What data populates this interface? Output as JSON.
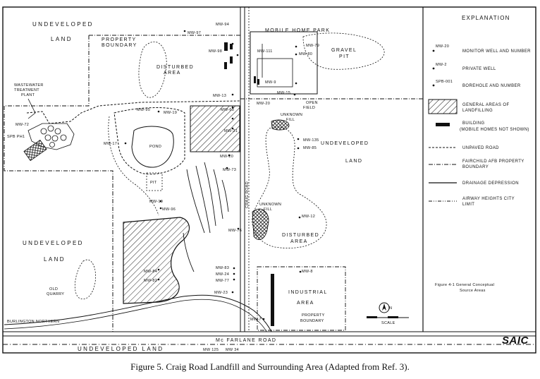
{
  "map": {
    "labels": {
      "undeveloped_land_nw_1": "UNDEVELOPED",
      "undeveloped_land_nw_2": "LAND",
      "property_boundary_top_1": "PROPERTY",
      "property_boundary_top_2": "BOUNDARY",
      "disturbed_area_top_1": "DISTURBED",
      "disturbed_area_top_2": "AREA",
      "mobile_home_park": "MOBILE HOME PARK",
      "gravel_pit_1": "GRAVEL",
      "gravel_pit_2": "PIT",
      "open_field_1": "OPEN",
      "open_field_2": "FIELD",
      "wastewater_1": "WASTEWATER",
      "wastewater_2": "TREATMENT",
      "wastewater_3": "PLANT",
      "spb_ph1": "SPB PH1",
      "pond": "POND",
      "pit": "PIT",
      "unknown_fill_top_1": "UNKNOWN",
      "unknown_fill_top_2": "FILL",
      "unknown_fill_mid_1": "UNKNOWN",
      "unknown_fill_mid_2": "FILL",
      "undeveloped_land_e_1": "UNDEVELOPED",
      "undeveloped_land_e_2": "LAND",
      "craig_road": "CRAIG ROAD",
      "disturbed_area_mid_1": "DISTURBED",
      "disturbed_area_mid_2": "AREA",
      "undeveloped_land_w_1": "UNDEVELOPED",
      "undeveloped_land_w_2": "LAND",
      "old_quarry_1": "OLD",
      "old_quarry_2": "QUARRY",
      "industrial_area_1": "INDUSTRIAL",
      "industrial_area_2": "AREA",
      "property_boundary_bottom_1": "PROPERTY",
      "property_boundary_bottom_2": "BOUNDARY",
      "burlington_northern": "BURLINGTON NORTHERN",
      "mcfarlane_road": "Mc FARLANE ROAD",
      "undeveloped_land_s": "UNDEVELOPED LAND"
    },
    "wells": {
      "mw_94": "MW-94",
      "mw_97": "MW-97",
      "mw_98": "MW-98",
      "mw_111": "MW-111",
      "mw_79": "MW-79",
      "mw_80": "MW-80",
      "mw_9": "MW-9",
      "mw_15": "MW-15",
      "mw_95": "MW-95",
      "mw_20": "MW-20",
      "mw_13a": "MW-13",
      "mw_19": "MW-19",
      "mw_63": "MW-63",
      "mw_21": "MW-21",
      "mw_17": "MW-17",
      "mw_20b": "MW-20",
      "mw_73": "MW-73",
      "mw_135": "MW-135",
      "mw_85": "MW-85",
      "mw_10": "MW-10",
      "mw_96": "MW-96",
      "mw_12": "MW-12",
      "mw_76": "MW-76",
      "mw_84": "MW-84",
      "mw_82": "MW-82",
      "mw_83": "MW-83",
      "mw_24": "MW-24",
      "mw_77": "MW-77",
      "mw_23": "MW-23",
      "mw_8": "MW-8",
      "mw_7": "MW-7",
      "mw_125": "MW 125",
      "mw_34": "MW 34",
      "mw_72": "MW-72"
    },
    "legend": {
      "title": "EXPLANATION",
      "monitor_well": "MONITOR WELL AND NUMBER",
      "monitor_sym": "MW-20",
      "private_well": "PRIVATE WELL",
      "private_sym": "MW-2",
      "borehole": "BOREHOLE AND NUMBER",
      "borehole_sym": "SPB-001",
      "general_areas_1": "GENERAL AREAS OF",
      "general_areas_2": "LANDFILLING",
      "building_1": "BUILDING",
      "building_2": "(MOBILE HOMES NOT SHOWN)",
      "unpaved_road": "UNPAVED ROAD",
      "fairchild_1": "FAIRCHILD AFB PROPERTY",
      "fairchild_2": "BOUNDARY",
      "drainage": "DRAINAGE DEPRESSION",
      "airway_1": "AIRWAY HEIGHTS CITY",
      "airway_2": "LIMIT",
      "figure_ref_1": "Figure 4-1    General Conceptual",
      "figure_ref_2": "Source Areas",
      "north": "N",
      "scale_label": "SCALE",
      "company": "SAIC"
    }
  },
  "caption": "Figure 5.  Craig Road Landfill and Surrounding Area (Adapted from Ref. 3)."
}
